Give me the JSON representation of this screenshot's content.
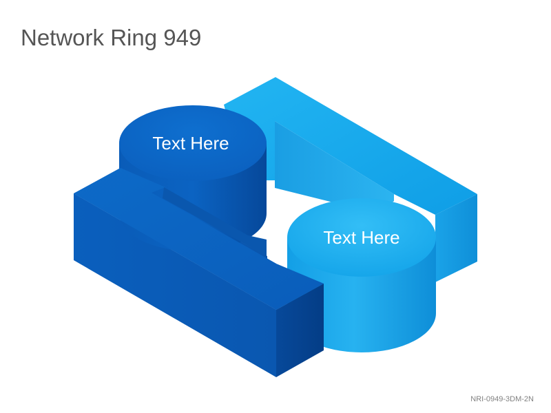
{
  "title": "Network Ring 949",
  "footer_code": "NRI-0949-3DM-2N",
  "nodes": [
    {
      "label": "Text Here",
      "color": "#0b62c0"
    },
    {
      "label": "Text Here",
      "color": "#1aa8ec"
    }
  ],
  "colors": {
    "dark_blue": "#0b62c0",
    "light_blue": "#1aa8ec"
  }
}
